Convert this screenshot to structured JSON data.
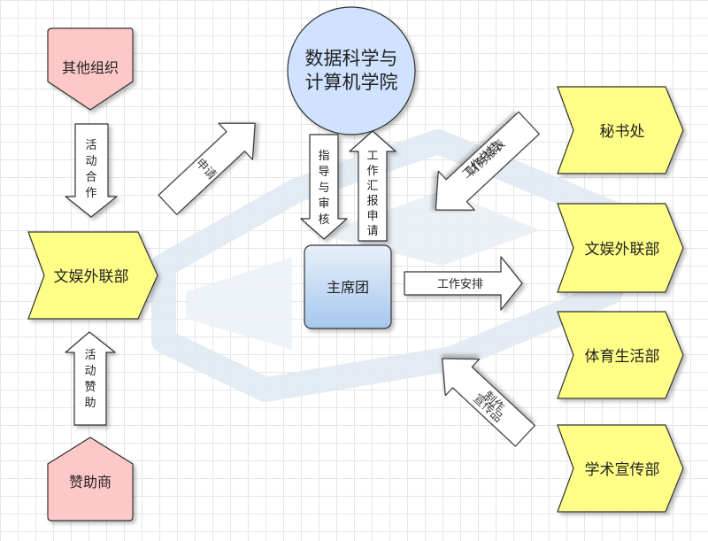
{
  "nodes": {
    "other_orgs": "其他组织",
    "wenyu_left": "文娱外联部",
    "sponsor": "赞助商",
    "college": [
      "数据科学与",
      "计算机学院"
    ],
    "presidium": "主席团",
    "secretariat": "秘书处",
    "wenyu_right": "文娱外联部",
    "sports_life": "体育生活部",
    "academic_pub": "学术宣传部"
  },
  "arrows": {
    "activity_coop": [
      "活",
      "动",
      "合",
      "作"
    ],
    "activity_sponsor": [
      "活",
      "动",
      "赞",
      "助"
    ],
    "apply": "申请",
    "guide_review": [
      "指",
      "导",
      "与",
      "审",
      "核"
    ],
    "work_report": [
      "工",
      "作",
      "汇",
      "报",
      "申",
      "请"
    ],
    "work_arrange": "工作安排",
    "work_summary": [
      "工作总结、",
      "财务报表"
    ],
    "publicity": [
      "宣传品",
      "制作"
    ]
  },
  "colors": {
    "pink": "#ffc8c8",
    "yellow": "#ffff88",
    "blue_light": "#dce9f8",
    "blue_dark": "#a9c9ee",
    "college_fill": "#cfe2ff",
    "stroke": "#333333",
    "watermark": "#e3ebf5"
  }
}
